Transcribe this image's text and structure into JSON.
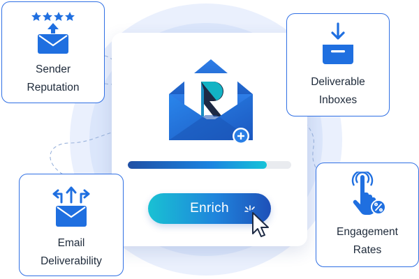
{
  "main_card": {
    "progress_percent": 85,
    "enrich_button_label": "Enrich"
  },
  "feature_cards": [
    {
      "id": "sender",
      "line1": "Sender",
      "line2": "Reputation",
      "icon": "star-envelope-icon"
    },
    {
      "id": "inbox",
      "line1": "Deliverable",
      "line2": "Inboxes",
      "icon": "inbox-tray-icon"
    },
    {
      "id": "email",
      "line1": "Email",
      "line2": "Deliverability",
      "icon": "envelope-arrows-icon"
    },
    {
      "id": "engage",
      "line1": "Engagement",
      "line2": "Rates",
      "icon": "tap-hand-percent-icon"
    }
  ],
  "colors": {
    "primary_blue": "#1f6fe0",
    "dark_blue": "#1e50b8",
    "teal": "#19c1d3",
    "card_border": "#2f6fe4"
  }
}
